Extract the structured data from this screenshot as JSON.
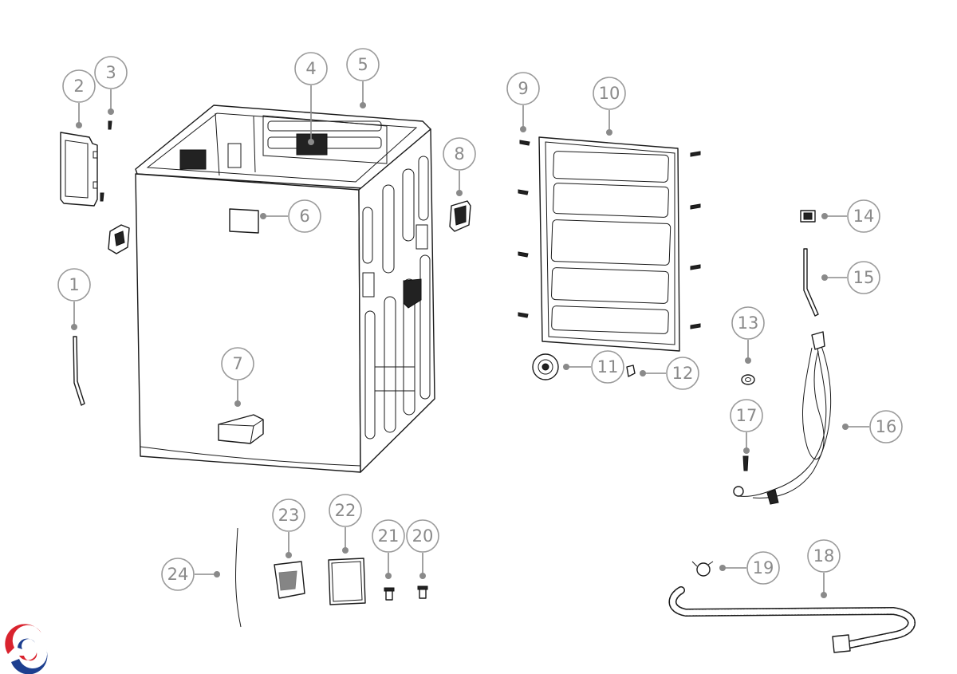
{
  "callouts": [
    {
      "id": "1",
      "label": "1"
    },
    {
      "id": "2",
      "label": "2"
    },
    {
      "id": "3",
      "label": "3"
    },
    {
      "id": "4",
      "label": "4"
    },
    {
      "id": "5",
      "label": "5"
    },
    {
      "id": "6",
      "label": "6"
    },
    {
      "id": "7",
      "label": "7"
    },
    {
      "id": "8",
      "label": "8"
    },
    {
      "id": "9",
      "label": "9"
    },
    {
      "id": "10",
      "label": "10"
    },
    {
      "id": "11",
      "label": "11"
    },
    {
      "id": "12",
      "label": "12"
    },
    {
      "id": "13",
      "label": "13"
    },
    {
      "id": "14",
      "label": "14"
    },
    {
      "id": "15",
      "label": "15"
    },
    {
      "id": "16",
      "label": "16"
    },
    {
      "id": "17",
      "label": "17"
    },
    {
      "id": "18",
      "label": "18"
    },
    {
      "id": "19",
      "label": "19"
    },
    {
      "id": "20",
      "label": "20"
    },
    {
      "id": "21",
      "label": "21"
    },
    {
      "id": "22",
      "label": "22"
    },
    {
      "id": "23",
      "label": "23"
    },
    {
      "id": "24",
      "label": "24"
    }
  ],
  "colors": {
    "callout": "#8a8a8a",
    "linework": "#1a1a1a",
    "logo_red": "#d9232e",
    "logo_blue": "#1d3f8f"
  }
}
